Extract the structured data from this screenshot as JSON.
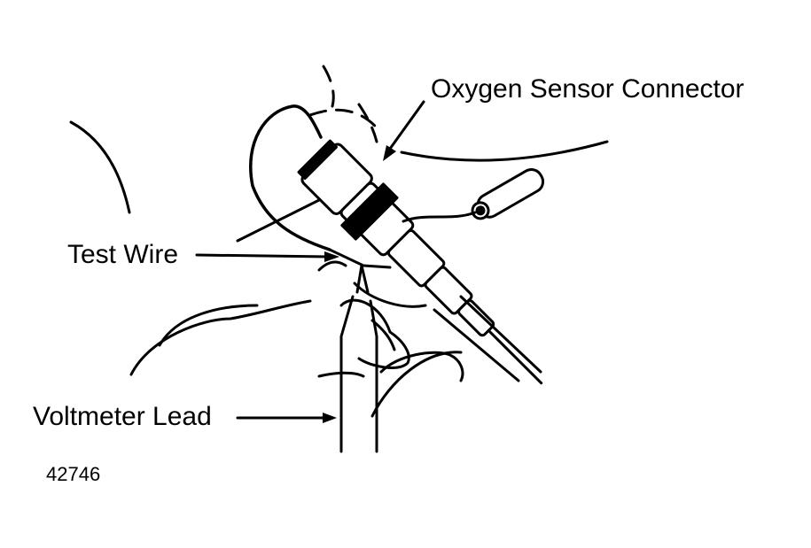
{
  "labels": {
    "oxygen_sensor_connector": "Oxygen Sensor Connector",
    "test_wire": "Test Wire",
    "voltmeter_lead": "Voltmeter Lead",
    "figure_number": "42746"
  },
  "colors": {
    "ink": "#000000",
    "paper": "#ffffff"
  }
}
